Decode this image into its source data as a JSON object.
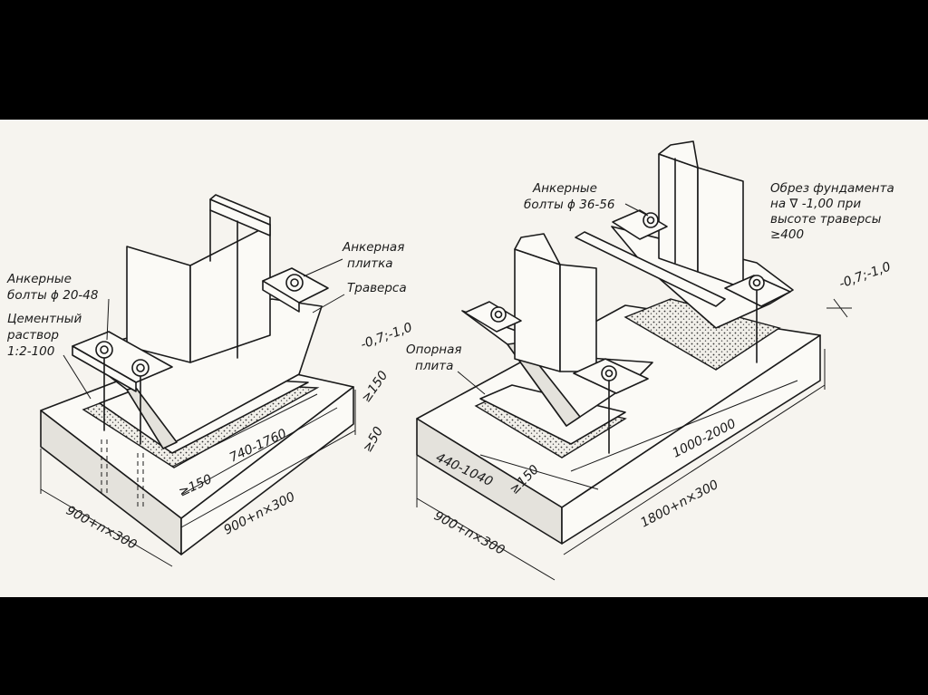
{
  "colors": {
    "frame": "#000000",
    "paper": "#f6f4ef",
    "ink": "#1a1a1a"
  },
  "left": {
    "anchor_bolts": [
      "Анкерные",
      "болты ϕ 20-48"
    ],
    "grout": [
      "Цементный",
      "раствор",
      "1:2-100"
    ],
    "anchor_plate": [
      "Анкерная",
      "плитка"
    ],
    "traverse": "Траверса",
    "dim_base_width": "900+n×300",
    "dim_base_length": "900+n×300",
    "dim_traverse": "740-1760",
    "dim_edge": "≥150"
  },
  "middle": {
    "level": "-0,7;-1,0",
    "dim_150": "≥150",
    "dim_50": "≥50"
  },
  "right": {
    "anchor_bolts": [
      "Анкерные",
      "болты ϕ 36-56"
    ],
    "foundation_cut": [
      "Обрез фундамента",
      "на ∇ -1,00 при",
      "высоте траверсы",
      "≥400"
    ],
    "level": "-0,7;-1,0",
    "base_plate": [
      "Опорная",
      "плита"
    ],
    "dim_spacing": "1000-2000",
    "dim_traverse": "440-1040",
    "dim_edge": "≥150",
    "dim_base_width": "900+n×300",
    "dim_base_length": "1800+n×300"
  }
}
